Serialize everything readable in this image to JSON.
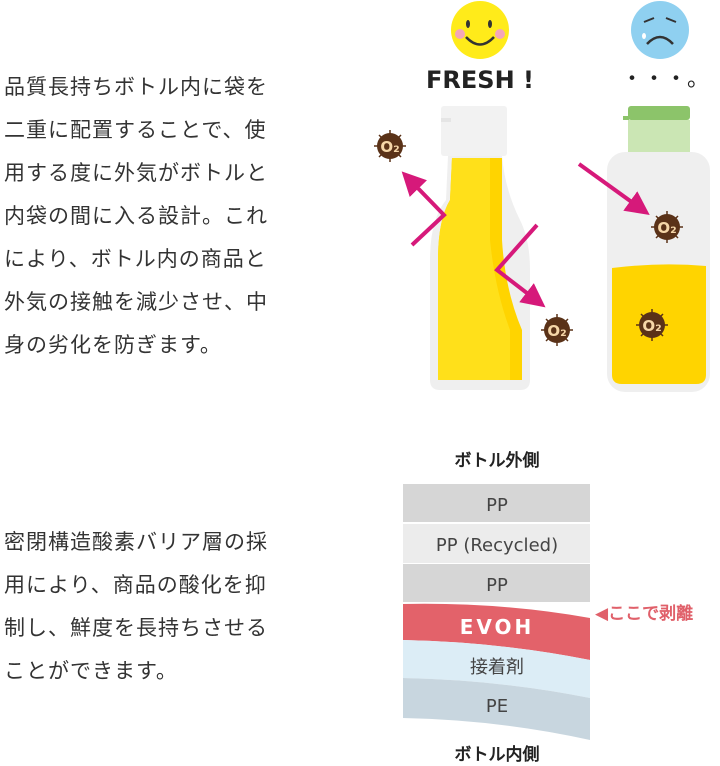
{
  "section1": {
    "lines": [
      "品質長持ちボトル内に袋を",
      "二重に配置することで、使",
      "用する度に外気がボトルと",
      "内袋の間に入る設計。これ",
      "により、ボトル内の商品と",
      "外気の接触を減少させ、中",
      "身の劣化を防ぎます。"
    ],
    "fresh_label": "FRESH !",
    "sad_label": "・・・。",
    "o2_label": "O₂"
  },
  "section2": {
    "lines": [
      "密閉構造酸素バリア層の採",
      "用により、商品の酸化を抑",
      "制し、鮮度を長持ちさせる",
      "ことができます。"
    ],
    "outer_label": "ボトル外側",
    "inner_label": "ボトル内側",
    "peel_label": "◀ここで剥離",
    "layers": [
      "PP",
      "PP (Recycled)",
      "PP",
      "EVOH",
      "接着剤",
      "PE"
    ]
  },
  "colors": {
    "accent": "#e0606a",
    "arrow": "#d6197a",
    "oil": "#ffd400"
  }
}
